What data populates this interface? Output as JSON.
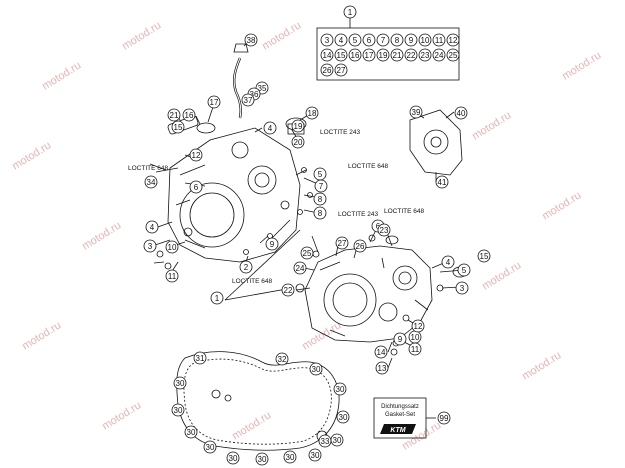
{
  "watermark": "motod.ru",
  "callouts": {
    "kit_header": "1",
    "kit": [
      "3",
      "4",
      "5",
      "6",
      "7",
      "8",
      "9",
      "10",
      "11",
      "12",
      "14",
      "15",
      "16",
      "17",
      "19",
      "21",
      "22",
      "23",
      "24",
      "25",
      "26",
      "27"
    ],
    "left": {
      "c1a": "1",
      "c2": "2",
      "c3a": "3",
      "c4a": "4",
      "c5a": "5",
      "c6a": "6",
      "c7a": "7",
      "c8a": "8",
      "c8b": "8",
      "c9a": "9",
      "c10a": "10",
      "c11a": "11",
      "c12a": "12",
      "c15a": "15",
      "c16": "16",
      "c17": "17",
      "c18": "18",
      "c19": "19",
      "c20": "20",
      "c21": "21",
      "c34": "34",
      "c35": "35",
      "c36": "36",
      "c37": "37",
      "c38": "38",
      "c4b": "4"
    },
    "right": {
      "c1b": "1",
      "c6b": "6",
      "c13": "13",
      "c14": "14",
      "c15b": "15",
      "c22": "22",
      "c23": "23",
      "c24": "24",
      "c25": "25",
      "c26": "26",
      "c27": "27",
      "c3b": "3",
      "c9b": "9",
      "c10b": "10",
      "c11b": "11",
      "c12b": "12",
      "c39": "39",
      "c40": "40",
      "c41": "41",
      "c5b": "5",
      "c4c": "4"
    },
    "gasket": {
      "c31": "31",
      "c32": "32",
      "c33": "33",
      "c30": "30",
      "c99": "99"
    }
  },
  "loctite": {
    "l243a": "LOCTITE 243",
    "l648a": "LOCTITE 648",
    "l648b": "LOCTITE 648",
    "l243b": "LOCTITE 243",
    "l648c": "LOCTITE 648",
    "l648d": "LOCTITE 648"
  },
  "gasket_set": {
    "line1": "Dichtungssatz",
    "line2": "Gasket-Set",
    "logo": "KTM"
  }
}
